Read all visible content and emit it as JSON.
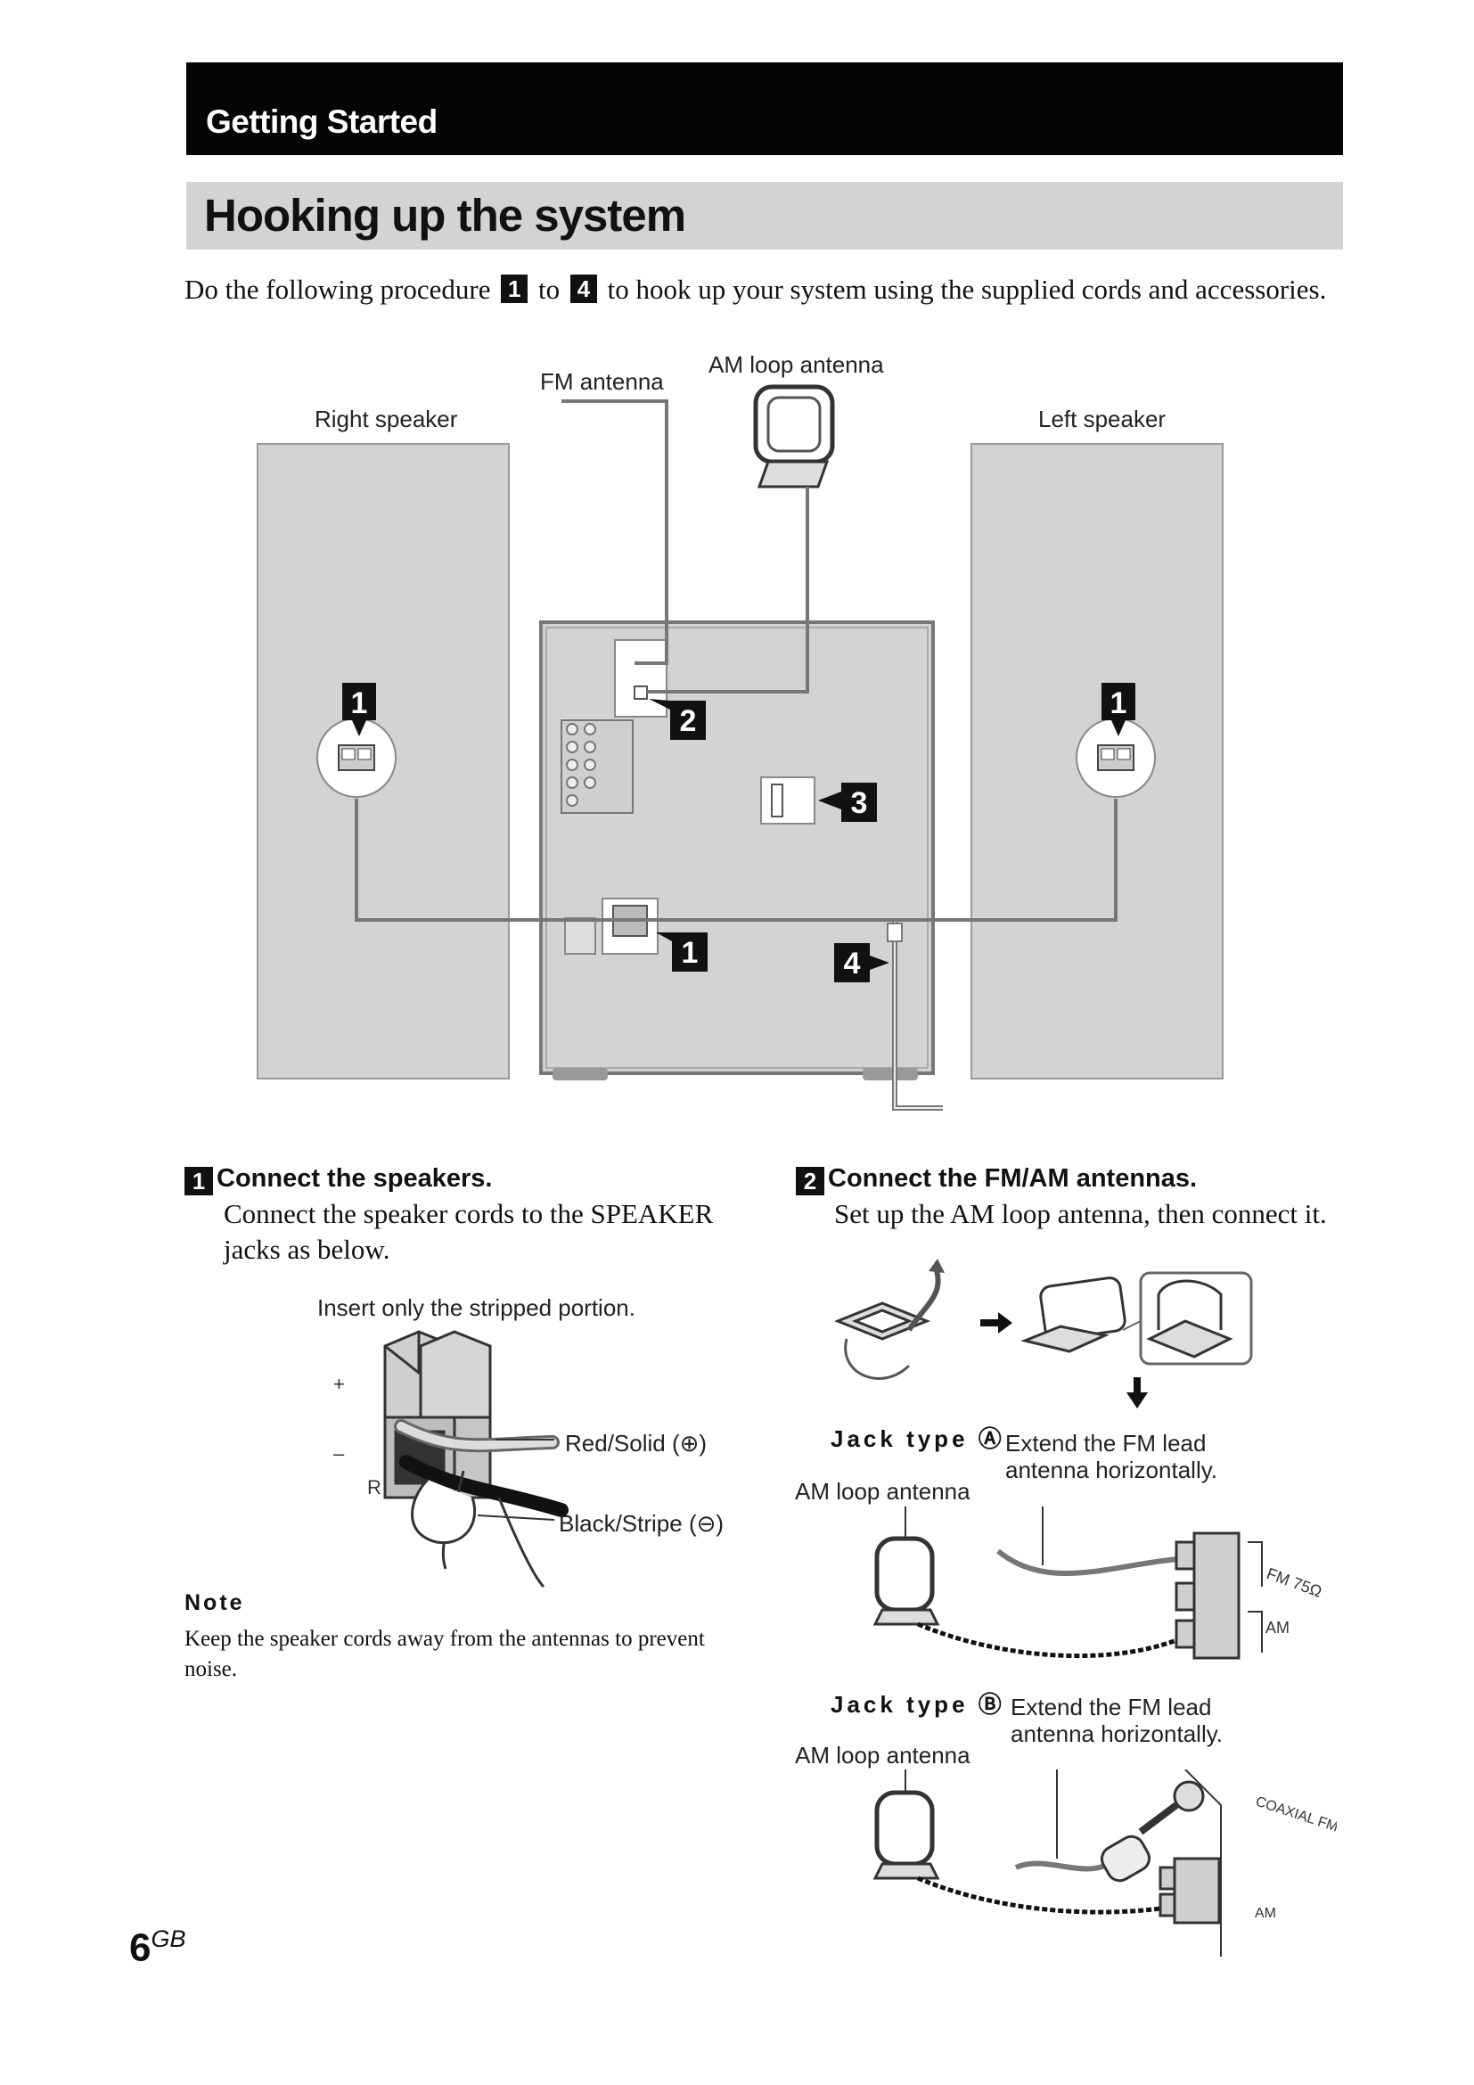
{
  "header": {
    "section": "Getting Started",
    "title": "Hooking up the system"
  },
  "intro": {
    "part1": "Do the following procedure",
    "step_start": "1",
    "to": "to",
    "step_end": "4",
    "part2": "to hook up your system using the supplied cords and accessories."
  },
  "diagram": {
    "fm_antenna": "FM antenna",
    "am_loop_antenna": "AM loop antenna",
    "right_speaker": "Right speaker",
    "left_speaker": "Left speaker",
    "markers": [
      "1",
      "1",
      "2",
      "3",
      "1",
      "4"
    ]
  },
  "step1": {
    "number": "1",
    "title": "Connect the speakers.",
    "body": "Connect the speaker cords to the SPEAKER jacks as below.",
    "insert_caption": "Insert only the stripped portion.",
    "red_label": "Red/Solid (⊕)",
    "black_label": "Black/Stripe (⊖)",
    "plus_mark": "+",
    "minus_mark": "–",
    "r_mark": "R"
  },
  "note": {
    "heading": "Note",
    "body": "Keep the speaker cords away from the antennas to prevent noise."
  },
  "step2": {
    "number": "2",
    "title": "Connect the FM/AM antennas.",
    "body": "Set up the AM loop antenna, then connect it.",
    "jack_a": {
      "label": "Jack type Ⓐ",
      "am_label": "AM loop antenna",
      "fm_note": "Extend the FM lead antenna horizontally.",
      "fm_tag": "FM 75Ω",
      "am_tag": "AM"
    },
    "jack_b": {
      "label": "Jack type Ⓑ",
      "am_label": "AM loop antenna",
      "fm_note": "Extend the FM lead antenna horizontally.",
      "coax_tag": "COAXIAL FM 75Ω",
      "am_tag": "AM"
    }
  },
  "footer": {
    "page": "6",
    "suffix": "GB"
  }
}
